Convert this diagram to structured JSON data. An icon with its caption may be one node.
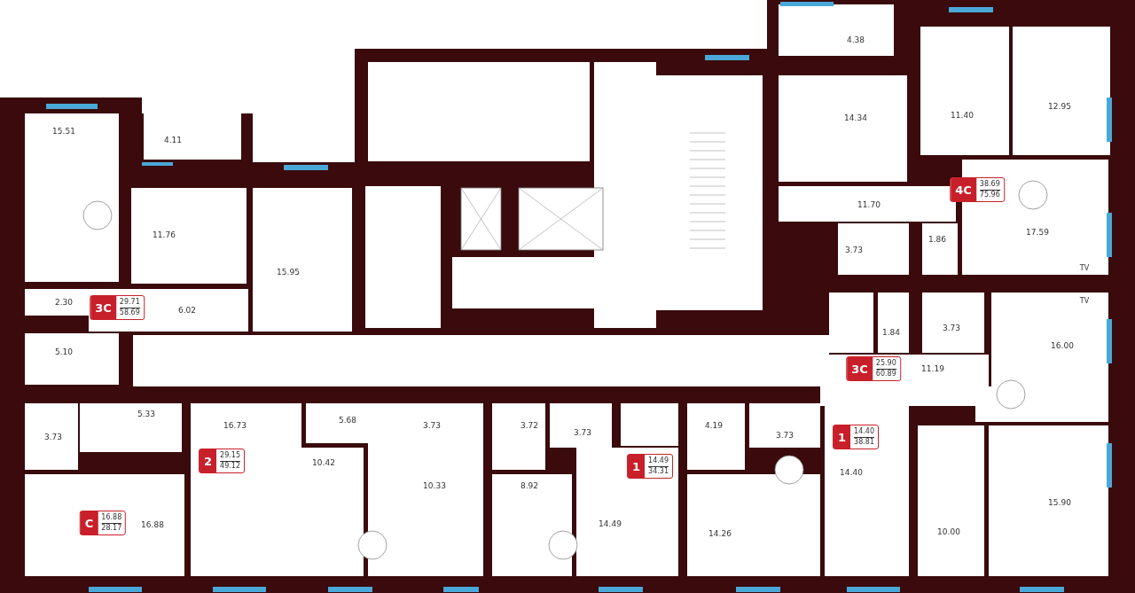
{
  "diagram": {
    "nodes": [
      {
        "text": [
          "4C",
          "38.69",
          "75.96"
        ]
      },
      {
        "text": [
          "3C",
          "29.71",
          "58.69"
        ]
      },
      {
        "text": [
          "3C",
          "25.90",
          "60.89"
        ]
      },
      {
        "text": [
          "2",
          "29.15",
          "49.12"
        ]
      },
      {
        "text": [
          "1",
          "14.40",
          "38.81"
        ]
      },
      {
        "text": [
          "1",
          "14.49",
          "34.31"
        ]
      },
      {
        "text": [
          "C",
          "16.88",
          "28.17"
        ]
      }
    ],
    "labels": [
      "4.38",
      "12.95",
      "11.40",
      "14.34",
      "15.51",
      "4.11",
      "11.70",
      "17.59",
      "11.76",
      "1.86",
      "3.73",
      "TV",
      "15.95",
      "2.30",
      "6.02",
      "TV",
      "3.73",
      "1.84",
      "16.00",
      "5.10",
      "11.19",
      "5.33",
      "5.68",
      "16.73",
      "3.73",
      "3.73",
      "3.72",
      "3.73",
      "4.19",
      "3.73",
      "14.40",
      "10.42",
      "10.33",
      "8.92",
      "15.90",
      "14.49",
      "16.88",
      "10.00",
      "14.26"
    ]
  }
}
